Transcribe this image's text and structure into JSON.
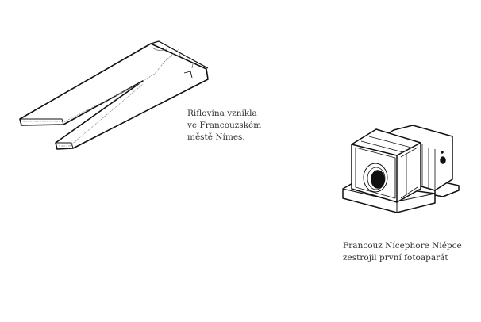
{
  "illustrations": [
    {
      "icon": "jeans-illustration",
      "caption_lines": [
        "Riflovina vznikla",
        "ve Francouzském",
        "městě Nímes."
      ]
    },
    {
      "icon": "camera-illustration",
      "caption_lines": [
        "Francouz Nícephore Niépce",
        "zestrojil první fotoaparát"
      ]
    }
  ]
}
